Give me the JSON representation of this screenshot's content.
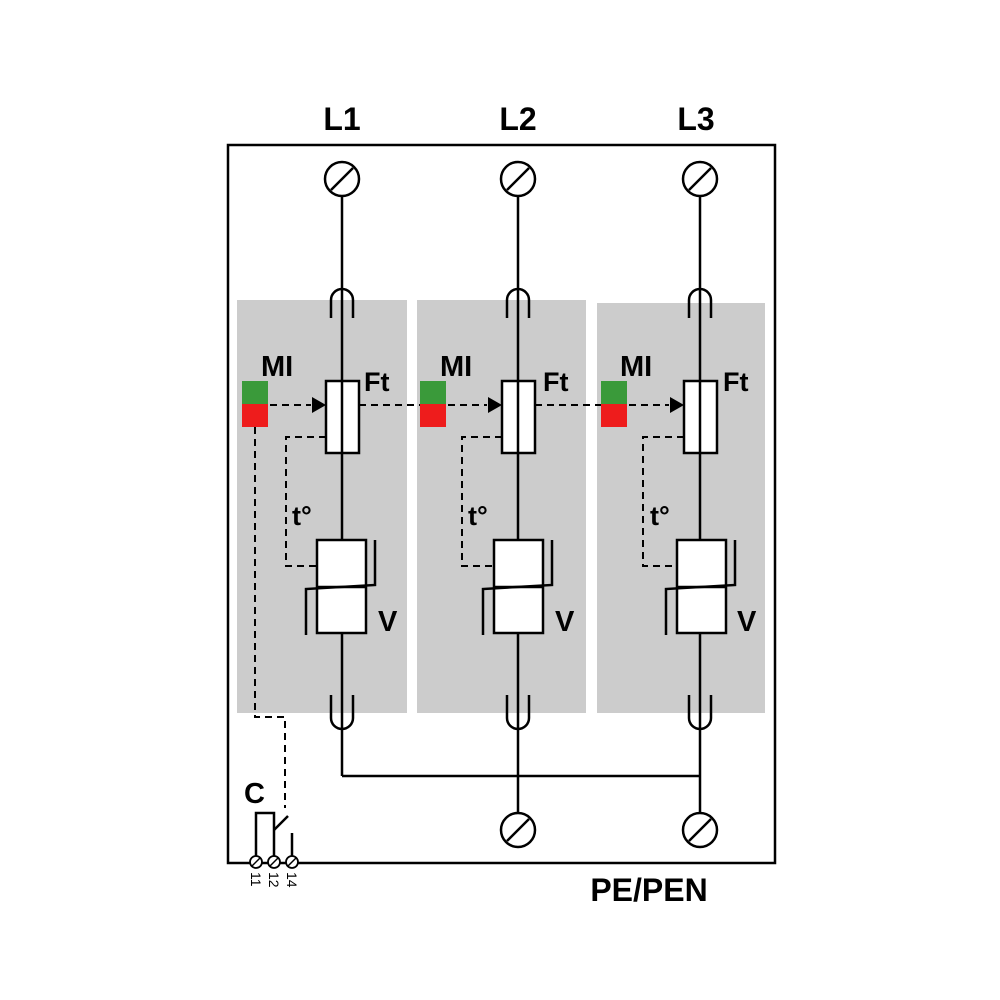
{
  "phases": [
    {
      "id": "L1",
      "label": "L1",
      "indicator_label": "MI",
      "fuse_label": "Ft",
      "thermal_label": "t°",
      "varistor_label": "V"
    },
    {
      "id": "L2",
      "label": "L2",
      "indicator_label": "MI",
      "fuse_label": "Ft",
      "thermal_label": "t°",
      "varistor_label": "V"
    },
    {
      "id": "L3",
      "label": "L3",
      "indicator_label": "MI",
      "fuse_label": "Ft",
      "thermal_label": "t°",
      "varistor_label": "V"
    }
  ],
  "contact": {
    "label": "C",
    "terminals": [
      "11",
      "12",
      "14"
    ]
  },
  "ground_label": "PE/PEN",
  "colors": {
    "module_fill": "#cccccc",
    "indicator_ok": "#3a9a3a",
    "indicator_fault": "#ee1c1c",
    "line": "#000000"
  }
}
